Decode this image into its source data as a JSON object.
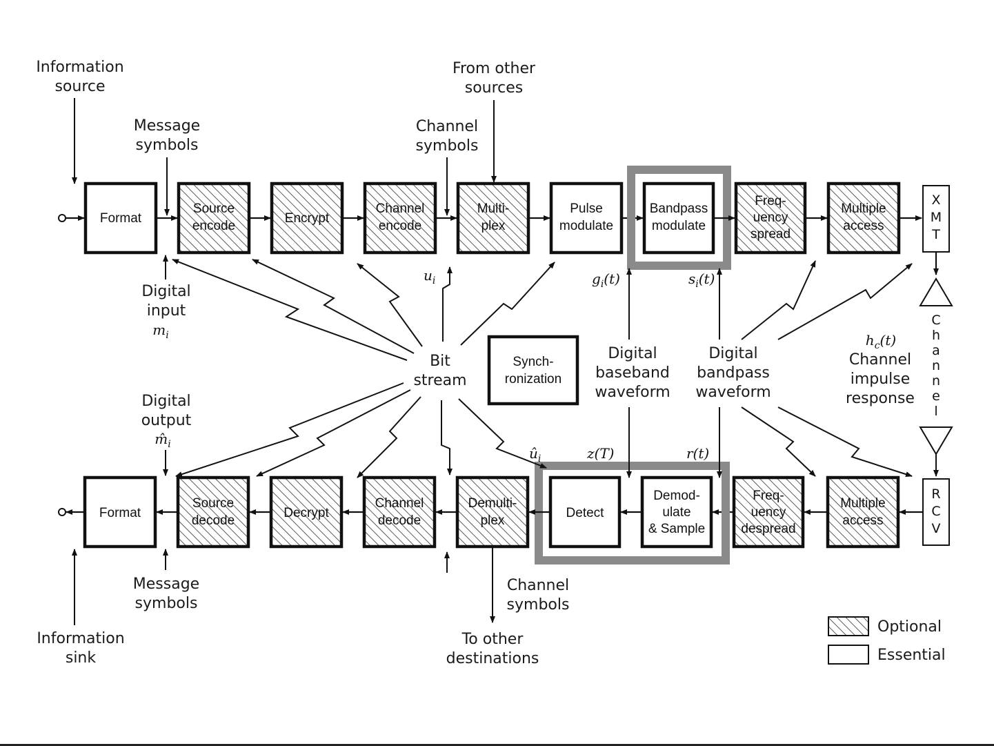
{
  "transmit": {
    "format": "Format",
    "source_encode": [
      "Source",
      "encode"
    ],
    "encrypt": "Encrypt",
    "channel_encode": [
      "Channel",
      "encode"
    ],
    "multiplex": [
      "Multi-",
      "plex"
    ],
    "pulse_modulate": [
      "Pulse",
      "modulate"
    ],
    "bandpass_modulate": [
      "Bandpass",
      "modulate"
    ],
    "frequency_spread": [
      "Freq-",
      "uency",
      "spread"
    ],
    "multiple_access": [
      "Multiple",
      "access"
    ],
    "xmt": [
      "X",
      "M",
      "T"
    ]
  },
  "receive": {
    "format": "Format",
    "source_decode": [
      "Source",
      "decode"
    ],
    "decrypt": "Decrypt",
    "channel_decode": [
      "Channel",
      "decode"
    ],
    "demultiplex": [
      "Demulti-",
      "plex"
    ],
    "detect": "Detect",
    "demodulate": [
      "Demod-",
      "ulate",
      "& Sample"
    ],
    "frequency_despread": [
      "Freq-",
      "uency",
      "despread"
    ],
    "multiple_access": [
      "Multiple",
      "access"
    ],
    "rcv": [
      "R",
      "C",
      "V"
    ]
  },
  "labels": {
    "information_source": [
      "Information",
      "source"
    ],
    "message_symbols_top": [
      "Message",
      "symbols"
    ],
    "channel_symbols_top": [
      "Channel",
      "symbols"
    ],
    "from_other_sources": [
      "From other",
      "sources"
    ],
    "digital_input": [
      "Digital",
      "input"
    ],
    "m_i": "m",
    "m_i_sub": "i",
    "u_i": "u",
    "u_i_sub": "i",
    "g_i_t": "g",
    "g_i_t_rest": "(t)",
    "s_i_t": "s",
    "s_i_t_rest": "(t)",
    "bit_stream": [
      "Bit",
      "stream"
    ],
    "synchronization": [
      "Synch-",
      "ronization"
    ],
    "digital_baseband_waveform": [
      "Digital",
      "baseband",
      "waveform"
    ],
    "digital_bandpass_waveform": [
      "Digital",
      "bandpass",
      "waveform"
    ],
    "h_c_t": "h",
    "h_c_t_sub": "c",
    "h_c_t_rest": "(t)",
    "channel_impulse_response": [
      "Channel",
      "impulse",
      "response"
    ],
    "channel_vertical": [
      "C",
      "h",
      "a",
      "n",
      "n",
      "e",
      "l"
    ],
    "digital_output": [
      "Digital",
      "output"
    ],
    "m_hat_i": "m̂",
    "m_hat_i_sub": "i",
    "u_hat_i": "û",
    "u_hat_i_sub": "i",
    "z_T": "z(T)",
    "r_t": "r(t)",
    "message_symbols_bottom": [
      "Message",
      "symbols"
    ],
    "channel_symbols_bottom": [
      "Channel",
      "symbols"
    ],
    "information_sink": [
      "Information",
      "sink"
    ],
    "to_other_destinations": [
      "To other",
      "destinations"
    ]
  },
  "legend": {
    "optional": "Optional",
    "essential": "Essential"
  }
}
